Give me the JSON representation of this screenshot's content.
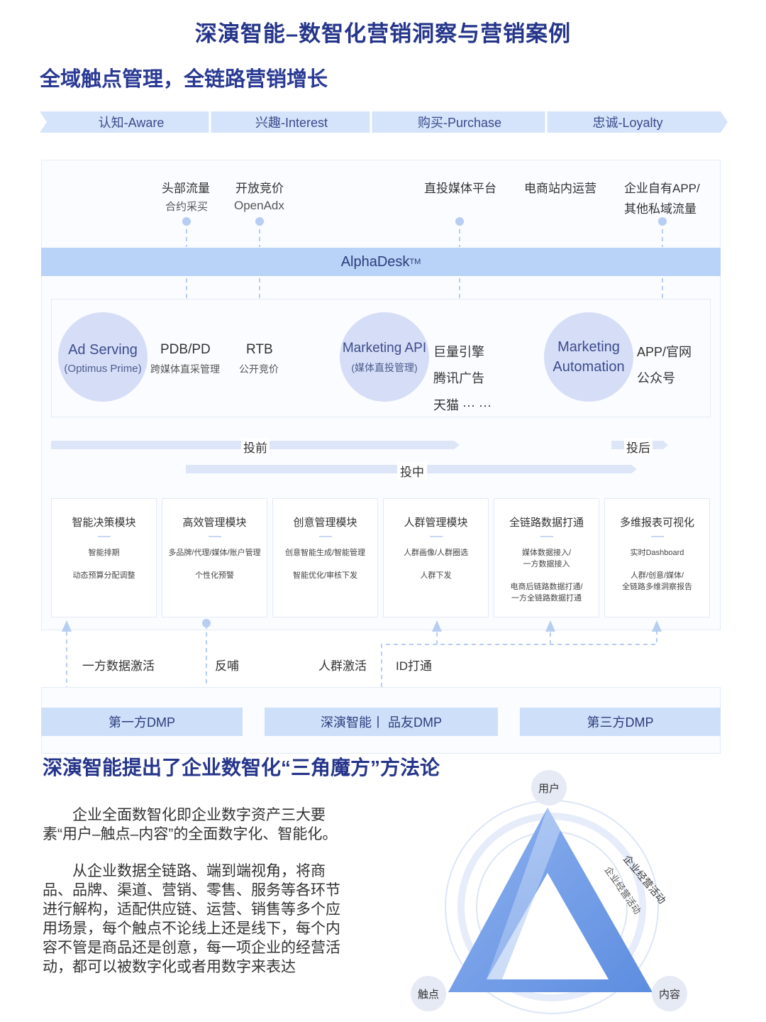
{
  "title": "深演智能–数智化营销洞察与营销案例",
  "subtitle": "全域触点管理，全链路营销增长",
  "stages": [
    "认知-Aware",
    "兴趣-Interest",
    "购买-Purchase",
    "忠诚-Loyalty"
  ],
  "sources": {
    "head_traffic": "头部流量",
    "contract_buy": "合约采买",
    "open_bid": "开放竞价",
    "openadx": "OpenAdx",
    "direct_media": "直投媒体平台",
    "ecommerce": "电商站内运营",
    "own_app": "企业自有APP/",
    "private": "其他私域流量"
  },
  "alphadesk": {
    "name": "AlphaDesk",
    "tm": "TM"
  },
  "platforms": {
    "ad_serving": "Ad Serving",
    "optimus": "(Optimus Prime)",
    "pdb": "PDB/PD",
    "pdb_sub": "跨媒体直采管理",
    "rtb": "RTB",
    "rtb_sub": "公开竞价",
    "mkt_api": "Marketing API",
    "mkt_api_sub": "(媒体直投管理)",
    "juliang": "巨量引擎",
    "tencent": "腾讯广告",
    "tmall": "天猫 ··· ···",
    "mkt_auto1": "Marketing",
    "mkt_auto2": "Automation",
    "app": "APP/官网",
    "wechat": "公众号"
  },
  "phases": {
    "pre": "投前",
    "mid": "投中",
    "post": "投后"
  },
  "modules": [
    {
      "title": "智能决策模块",
      "items": [
        "智能排期",
        "动态预算分配调整"
      ]
    },
    {
      "title": "高效管理模块",
      "items": [
        "多品牌/代理/媒体/账户管理",
        "个性化预警"
      ]
    },
    {
      "title": "创意管理模块",
      "items": [
        "创意智能生成/智能管理",
        "智能优化/审核下发"
      ]
    },
    {
      "title": "人群管理模块",
      "items": [
        "人群画像/人群圈选",
        "人群下发"
      ]
    },
    {
      "title": "全链路数据打通",
      "items": [
        "媒体数据接入/\n一方数据接入",
        "电商后链路数据打通/\n一方全链路数据打通"
      ]
    },
    {
      "title": "多维报表可视化",
      "items": [
        "实时Dashboard",
        "人群/创意/媒体/\n全链路多维洞察报告"
      ]
    }
  ],
  "flows": {
    "activate": "一方数据激活",
    "feedback": "反哺",
    "crowd": "人群激活",
    "idmap": "ID打通"
  },
  "dmps": [
    "第一方DMP",
    "深演智能丨 品友DMP",
    "第三方DMP"
  ],
  "section2_title": "深演智能提出了企业数智化“三角魔方”方法论",
  "para1": "　　企业全面数智化即企业数字资产三大要素“用户–触点–内容”的全面数字化、智能化。",
  "para2": "　　从企业数据全链路、端到端视角，将商品、品牌、渠道、营销、零售、服务等各环节进行解构，适配供应链、运营、销售等多个应用场景，每个触点不论线上还是线下，每个内容不管是商品还是创意，每一项企业的经营活动，都可以被数字化或者用数字来表达",
  "triangle": {
    "user": "用户",
    "touch": "触点",
    "content": "内容",
    "ring1": "企业经营活动",
    "ring2": "企业经营活动"
  },
  "colors": {
    "title": "#25358a",
    "bar": "#b9d2f7",
    "circle": "#d6def7",
    "triangle": "#6f9be6"
  }
}
